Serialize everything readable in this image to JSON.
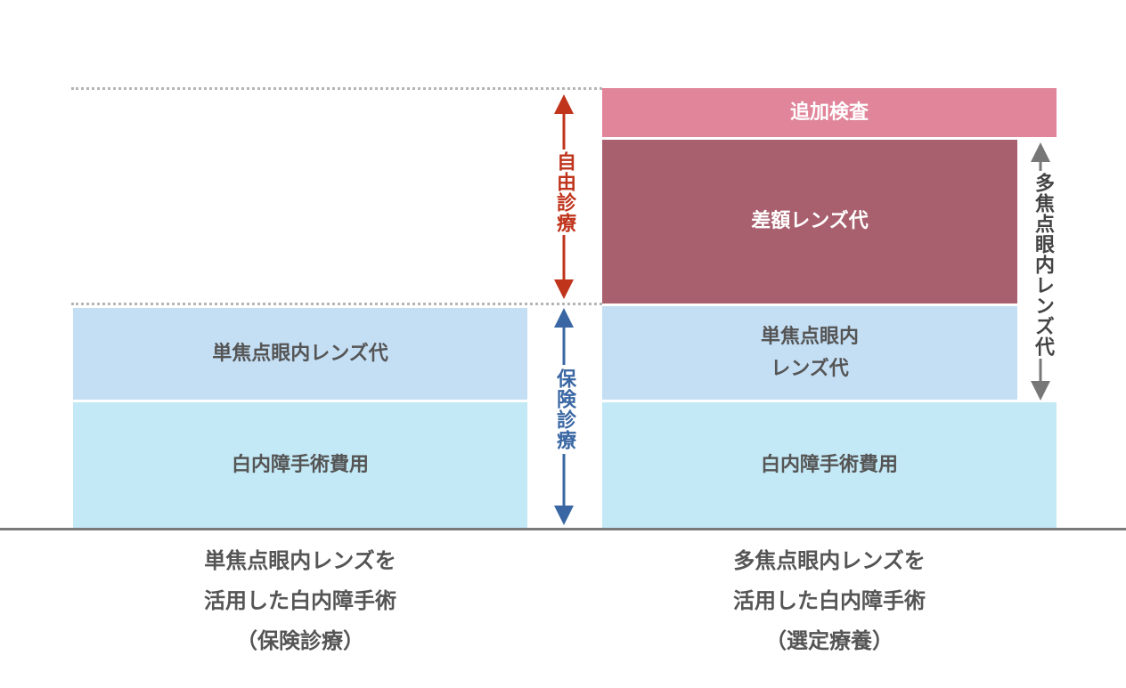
{
  "left_column": {
    "monofocal_lens": "単焦点眼内レンズ代",
    "cataract_surgery": "白内障手術費用",
    "caption": "単焦点眼内レンズを\n活用した白内障手術\n（保険診療）"
  },
  "right_column": {
    "additional_exam": "追加検査",
    "difference_lens": "差額レンズ代",
    "monofocal_lens": "単焦点眼内\nレンズ代",
    "cataract_surgery": "白内障手術費用",
    "caption": "多焦点眼内レンズを\n活用した白内障手術\n（選定療養）"
  },
  "middle": {
    "free_treatment": "自由診療",
    "insurance_treatment": "保険診療"
  },
  "right_side": {
    "multifocal_lens": "多焦点眼内レンズ代"
  },
  "colors": {
    "additional_exam": "#e0859a",
    "difference_lens": "#a9606e",
    "monofocal_lens": "#c4def4",
    "cataract_surgery": "#c3e9f6",
    "free_arrow": "#c0341c",
    "insurance_arrow": "#3a67a3",
    "side_arrow": "#777777"
  }
}
